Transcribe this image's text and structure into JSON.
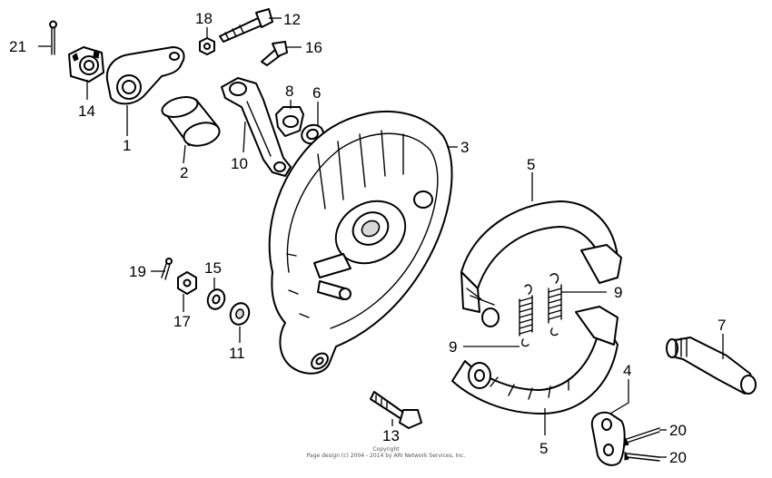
{
  "diagram": {
    "callouts": {
      "c1": "1",
      "c2": "2",
      "c3": "3",
      "c4": "4",
      "c5_top": "5",
      "c5_bottom": "5",
      "c6": "6",
      "c7": "7",
      "c8": "8",
      "c9_upper": "9",
      "c9_lower": "9",
      "c10": "10",
      "c11": "11",
      "c12": "12",
      "c13": "13",
      "c14": "14",
      "c15": "15",
      "c16": "16",
      "c17": "17",
      "c18": "18",
      "c19": "19",
      "c20_upper": "20",
      "c20_lower": "20",
      "c21": "21"
    },
    "copyright_line1": "Copyright",
    "copyright_line2": "Page design (c) 2004 - 2014 by ARI Network Services, Inc."
  }
}
